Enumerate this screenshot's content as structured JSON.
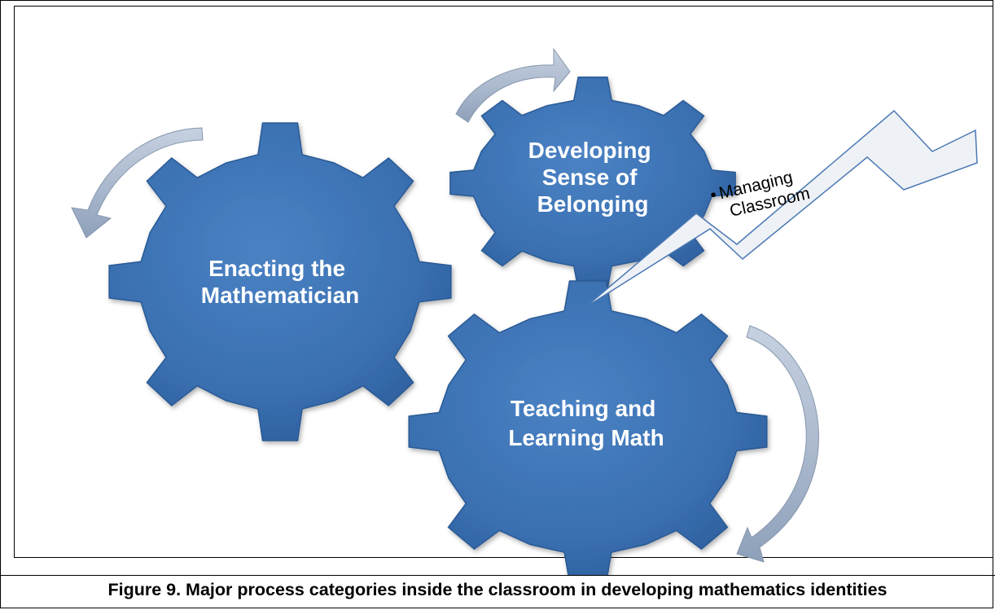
{
  "diagram": {
    "gears": [
      {
        "id": "enacting",
        "lines": [
          "Enacting the",
          "Mathematician"
        ]
      },
      {
        "id": "belonging",
        "lines": [
          "Developing",
          "Sense of",
          "Belonging"
        ]
      },
      {
        "id": "teaching",
        "lines": [
          "Teaching and",
          "Learning Math"
        ]
      }
    ],
    "callout": {
      "bullet": "•",
      "lines": [
        "Managing",
        "Classroom"
      ]
    },
    "colors": {
      "gear_fill": "#3d73b5",
      "gear_stroke": "#2a5a95",
      "gear_text": "#ffffff",
      "arrow_fill": "#a9b8cf",
      "callout_fill": "#eef2f6",
      "callout_stroke": "#4a78b4"
    }
  },
  "caption": "Figure 9.  Major process categories inside the classroom in developing mathematics identities"
}
